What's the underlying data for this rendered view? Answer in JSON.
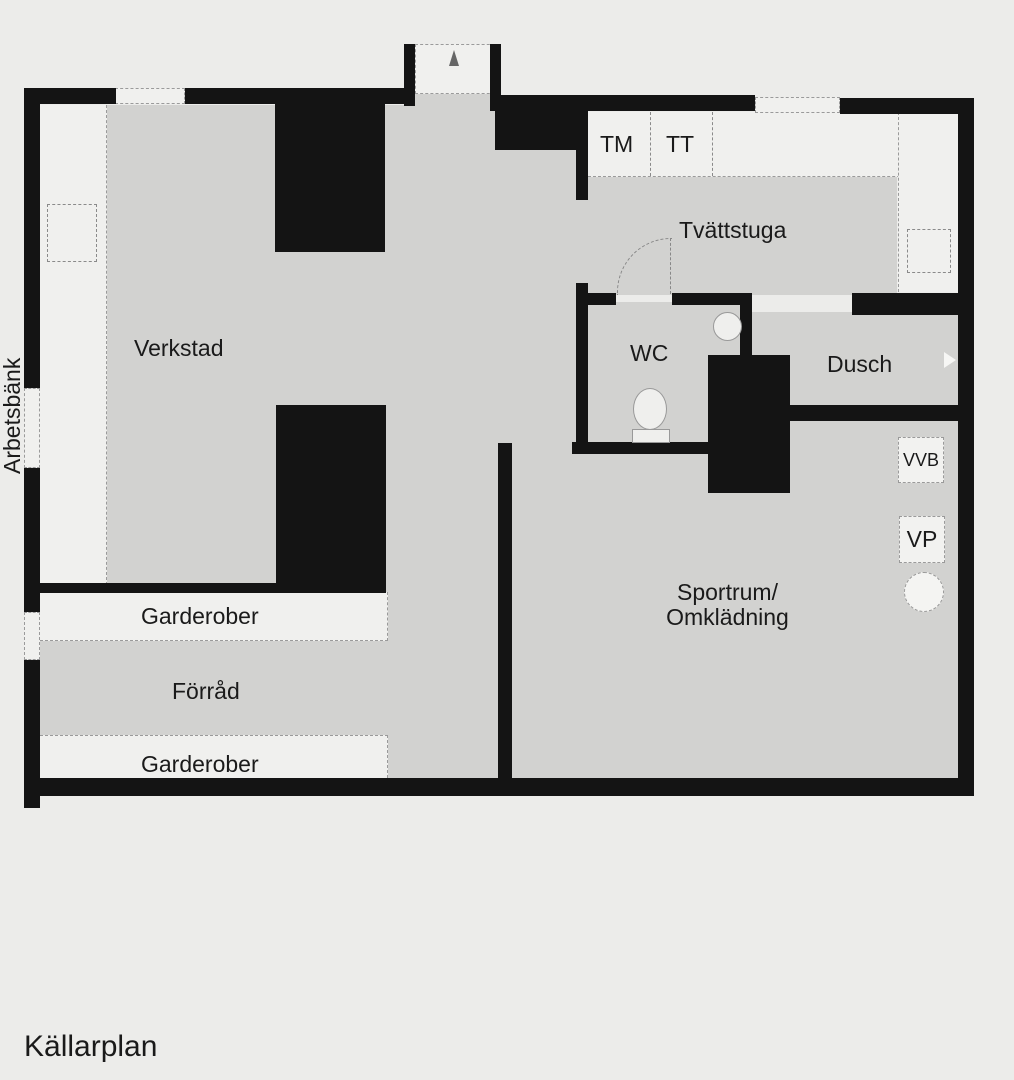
{
  "plan": {
    "title": "Källarplan",
    "colors": {
      "wall": "#141414",
      "floor": "#d2d2d0",
      "fixture": "#f0f0ee",
      "background": "#ececea"
    }
  },
  "rooms": {
    "verkstad": "Verkstad",
    "arbetsbank": "Arbetsbänk",
    "garderober_top": "Garderober",
    "forrad": "Förråd",
    "garderober_bottom": "Garderober",
    "tvattstuga": "Tvättstuga",
    "wc": "WC",
    "dusch": "Dusch",
    "sportrum_line1": "Sportrum/",
    "sportrum_line2": "Omklädning"
  },
  "fixtures": {
    "tm": "TM",
    "tt": "TT",
    "vvb": "VVB",
    "vp": "VP"
  }
}
